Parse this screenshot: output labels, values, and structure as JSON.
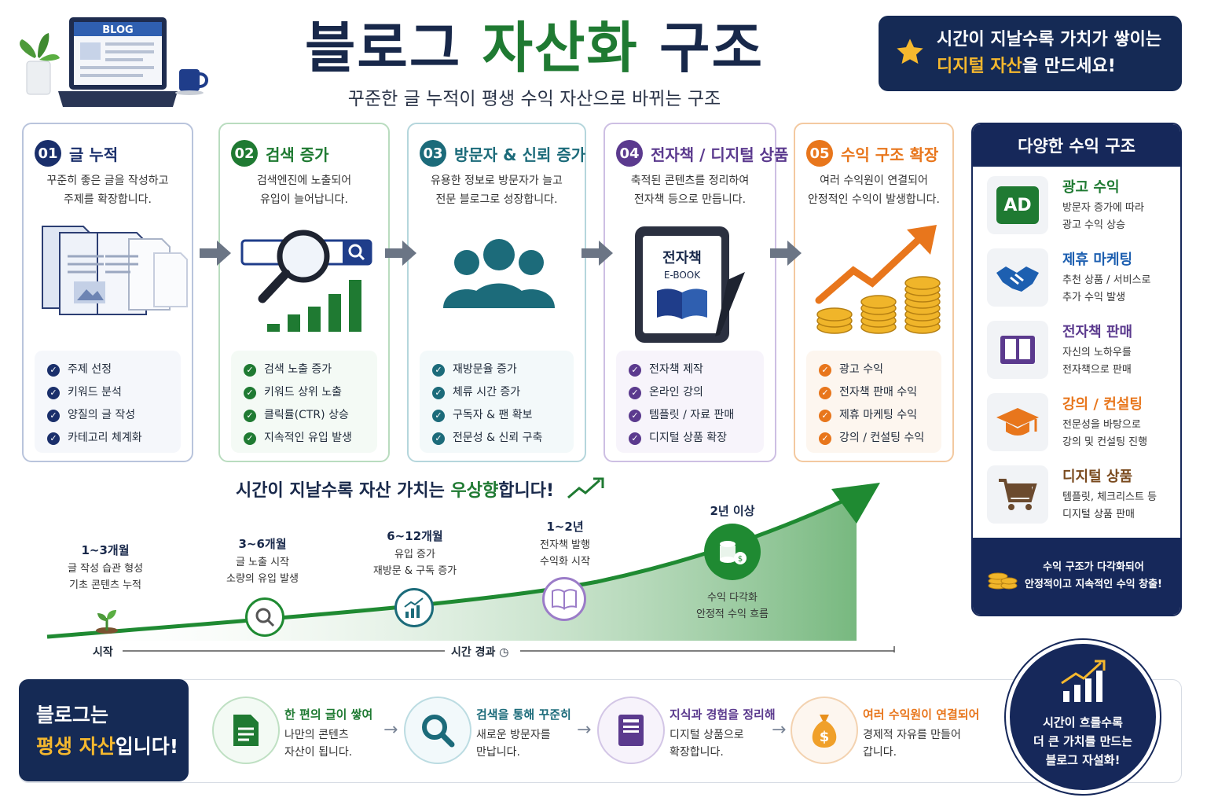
{
  "header": {
    "title_part1": "블로그",
    "title_part2": "자산화",
    "title_part3": "구조",
    "subtitle": "꾸준한 글 누적이 평생 수익 자산으로 바뀌는 구조",
    "laptop_label": "BLOG",
    "callout_line1": "시간이 지날수록 가치가 쌓이는",
    "callout_highlight": "디지털 자산",
    "callout_line2_rest": "을 만드세요!"
  },
  "steps": [
    {
      "num": "01",
      "title": "글 누적",
      "color": "#1a2f6b",
      "desc1": "꾸준히 좋은 글을 작성하고",
      "desc2": "주제를 확장합니다.",
      "checks": [
        "주제 선정",
        "키워드 분석",
        "양질의 글 작성",
        "카테고리 체계화"
      ]
    },
    {
      "num": "02",
      "title": "검색 증가",
      "color": "#1f7a32",
      "desc1": "검색엔진에 노출되어",
      "desc2": "유입이 늘어납니다.",
      "checks": [
        "검색 노출 증가",
        "키워드 상위 노출",
        "클릭률(CTR) 상승",
        "지속적인 유입 발생"
      ]
    },
    {
      "num": "03",
      "title": "방문자 & 신뢰 증가",
      "color": "#1c6b7a",
      "desc1": "유용한 정보로 방문자가 늘고",
      "desc2": "전문 블로그로 성장합니다.",
      "checks": [
        "재방문율 증가",
        "체류 시간 증가",
        "구독자 & 팬 확보",
        "전문성 & 신뢰 구축"
      ]
    },
    {
      "num": "04",
      "title": "전자책 / 디지털 상품",
      "color": "#5b3a8e",
      "desc1": "축적된 콘텐츠를 정리하여",
      "desc2": "전자책 등으로 만듭니다.",
      "checks": [
        "전자책 제작",
        "온라인 강의",
        "템플릿 / 자료 판매",
        "디지털 상품 확장"
      ]
    },
    {
      "num": "05",
      "title": "수익 구조 확장",
      "color": "#e8761c",
      "desc1": "여러 수익원이 연결되어",
      "desc2": "안정적인 수익이 발생합니다.",
      "checks": [
        "광고 수익",
        "전자책 판매 수익",
        "제휴 마케팅 수익",
        "강의 / 컨설팅 수익"
      ]
    }
  ],
  "ebook": {
    "title": "전자책",
    "sub": "E-BOOK"
  },
  "revenue": {
    "heading": "다양한 수익 구조",
    "items": [
      {
        "title": "광고 수익",
        "badge": "AD",
        "desc1": "방문자 증가에 따라",
        "desc2": "광고 수익 상승",
        "color": "#1f7a32"
      },
      {
        "title": "제휴 마케팅",
        "desc1": "추천 상품 / 서비스로",
        "desc2": "추가 수익 발생",
        "color": "#1d5fb0"
      },
      {
        "title": "전자책 판매",
        "desc1": "자신의 노하우를",
        "desc2": "전자책으로 판매",
        "color": "#5b3a8e"
      },
      {
        "title": "강의 / 컨설팅",
        "desc1": "전문성을 바탕으로",
        "desc2": "강의 및 컨설팅 진행",
        "color": "#e8761c"
      },
      {
        "title": "디지털 상품",
        "desc1": "템플릿, 체크리스트 등",
        "desc2": "디지털 상품 판매",
        "color": "#7a4a1e"
      }
    ],
    "footer1": "수익 구조가 다각화되어",
    "footer2": "안정적이고 지속적인 수익 창출!"
  },
  "timeline": {
    "head_part1": "시간이 지날수록 자산 가치는 ",
    "head_highlight": "우상향",
    "head_part2": "합니다!",
    "stages": [
      {
        "period": "1~3개월",
        "d1": "글 작성 습관 형성",
        "d2": "기초 콘텐츠 누적"
      },
      {
        "period": "3~6개월",
        "d1": "글 노출 시작",
        "d2": "소량의 유입 발생"
      },
      {
        "period": "6~12개월",
        "d1": "유입 증가",
        "d2": "재방문 & 구독 증가"
      },
      {
        "period": "1~2년",
        "d1": "전자책 발행",
        "d2": "수익화 시작"
      },
      {
        "period": "2년 이상",
        "d1": "수익 다각화",
        "d2": "안정적 수익 흐름"
      }
    ],
    "axis_start": "시작",
    "axis_label": "시간 경과"
  },
  "bottom": {
    "asset_line1": "블로그는",
    "asset_highlight": "평생 자산",
    "asset_rest": "입니다!",
    "items": [
      {
        "title": "한 편의 글이 쌓여",
        "d1": "나만의 콘텐츠",
        "d2": "자산이 됩니다.",
        "color": "#1f7a32"
      },
      {
        "title": "검색을 통해 꾸준히",
        "d1": "새로운 방문자를",
        "d2": "만납니다.",
        "color": "#1c6b7a"
      },
      {
        "title": "지식과 경험을 정리해",
        "d1": "디지털 상품으로",
        "d2": "확장합니다.",
        "color": "#5b3a8e"
      },
      {
        "title": "여러 수익원이 연결되어",
        "d1": "경제적 자유를 만들어",
        "d2": "갑니다.",
        "color": "#e8761c"
      }
    ],
    "circle1": "시간이 흐를수록",
    "circle2": "더 큰 가치를 만드는",
    "circle3": "블로그 자설화!"
  }
}
